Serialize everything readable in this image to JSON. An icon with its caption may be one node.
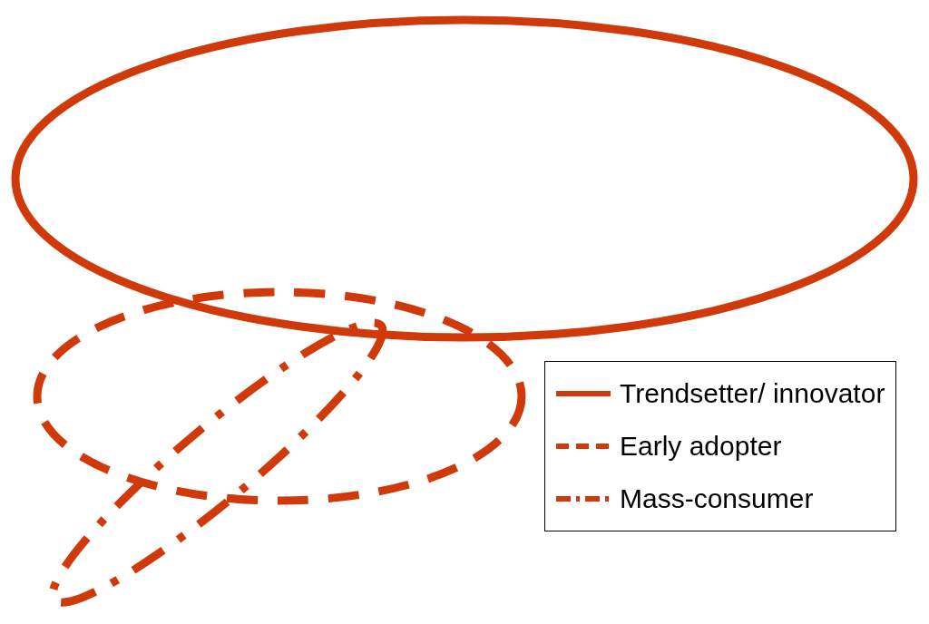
{
  "diagram": {
    "nodes": [
      {
        "text": [],
        "shape": "ellipse"
      },
      {
        "text": [],
        "shape": "ellipse"
      },
      {
        "text": [],
        "shape": "ellipse"
      }
    ],
    "legend": [
      {
        "text": "Trendsetter/ innovator"
      },
      {
        "text": "Early adopter"
      },
      {
        "text": "Mass-consumer"
      }
    ]
  }
}
